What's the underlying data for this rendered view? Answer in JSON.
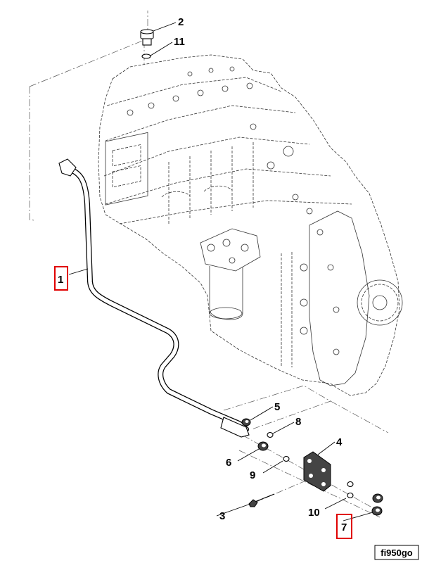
{
  "diagram": {
    "callouts": [
      {
        "id": "c1",
        "text": "1",
        "highlighted": true
      },
      {
        "id": "c2",
        "text": "2",
        "highlighted": false
      },
      {
        "id": "c3",
        "text": "3",
        "highlighted": false
      },
      {
        "id": "c4",
        "text": "4",
        "highlighted": false
      },
      {
        "id": "c5",
        "text": "5",
        "highlighted": false
      },
      {
        "id": "c6",
        "text": "6",
        "highlighted": false
      },
      {
        "id": "c7",
        "text": "7",
        "highlighted": true
      },
      {
        "id": "c8",
        "text": "8",
        "highlighted": false
      },
      {
        "id": "c9",
        "text": "9",
        "highlighted": false
      },
      {
        "id": "c10",
        "text": "10",
        "highlighted": false
      },
      {
        "id": "c11",
        "text": "11",
        "highlighted": false
      }
    ],
    "figure_code": "fi950go",
    "highlight_color": "#e00000"
  }
}
